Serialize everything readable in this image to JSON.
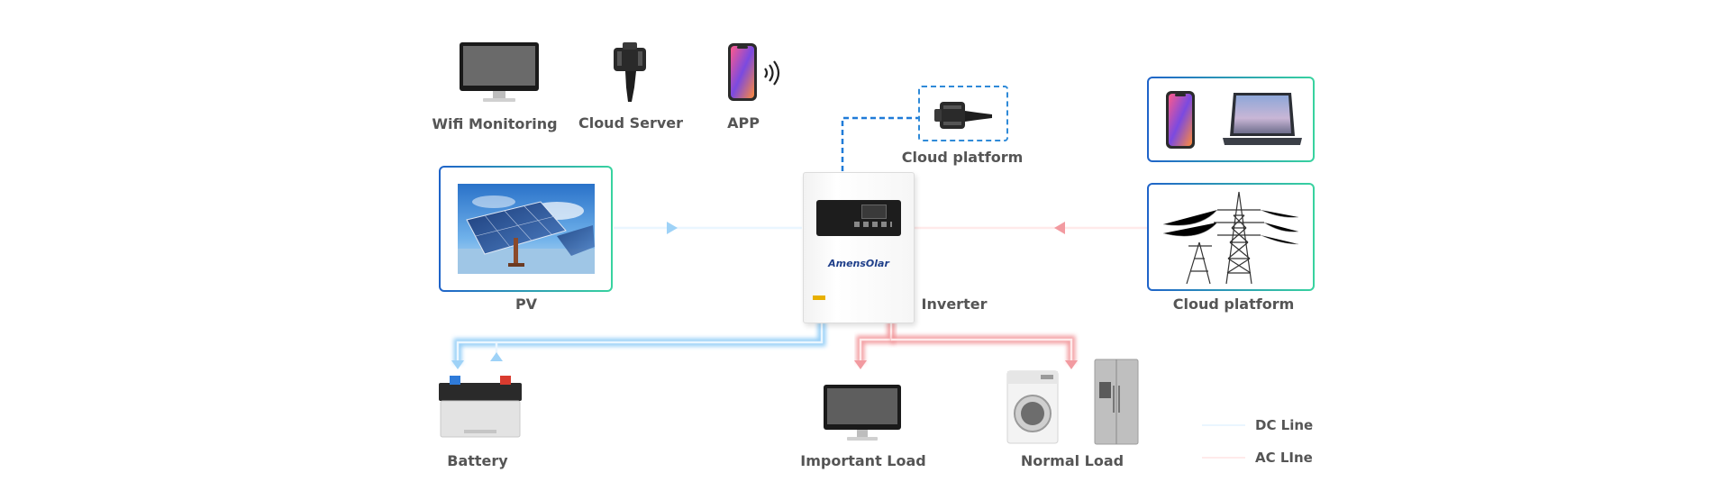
{
  "labels": {
    "wifi_monitoring": "Wifi Monitoring",
    "cloud_server": "Cloud Server",
    "app": "APP",
    "cloud_platform_top": "Cloud platform",
    "pv": "PV",
    "inverter": "Inverter",
    "cloud_platform_grid": "Cloud platform",
    "battery": "Battery",
    "important_load": "Important Load",
    "normal_load": "Normal Load"
  },
  "inverter_brand": "AmensOlar",
  "legend": {
    "dc": "DC Line",
    "ac": "AC LIne"
  },
  "colors": {
    "dc": "#7fc4f5",
    "ac": "#f08a8f",
    "dashed": "#1f7bd8",
    "border_start": "#1f63c9",
    "border_end": "#38d39f"
  }
}
